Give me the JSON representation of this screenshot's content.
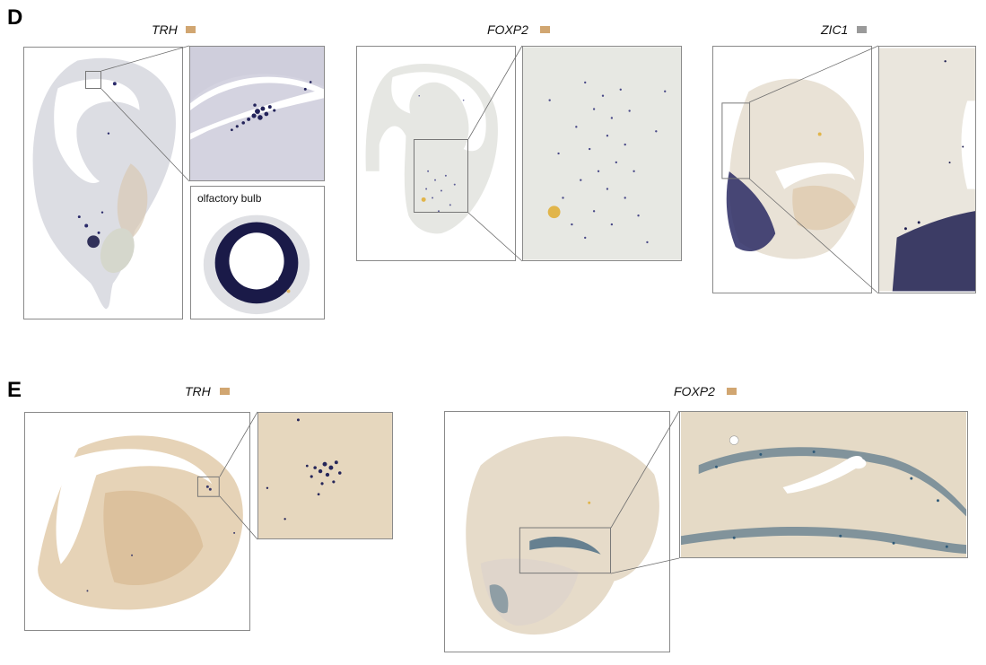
{
  "panels": {
    "d": {
      "letter": "D",
      "columns": [
        {
          "gene": "TRH",
          "swatch_color": "#d1a671"
        },
        {
          "gene": "FOXP2",
          "swatch_color": "#d1a671"
        },
        {
          "gene": "ZIC1",
          "swatch_color": "#9a9a9a"
        }
      ],
      "inset_label": "olfactory bulb"
    },
    "e": {
      "letter": "E",
      "columns": [
        {
          "gene": "TRH",
          "swatch_color": "#d1a671"
        },
        {
          "gene": "FOXP2",
          "swatch_color": "#d1a671"
        }
      ]
    }
  },
  "stain_colors": {
    "tissue_grey": "#dcdde3",
    "tissue_beige": "#e8dcc8",
    "tissue_tan": "#dcc3a0",
    "dots_purple": "#2a2a6a",
    "dots_teal": "#2f5a78",
    "ventricle_white": "#ffffff"
  }
}
